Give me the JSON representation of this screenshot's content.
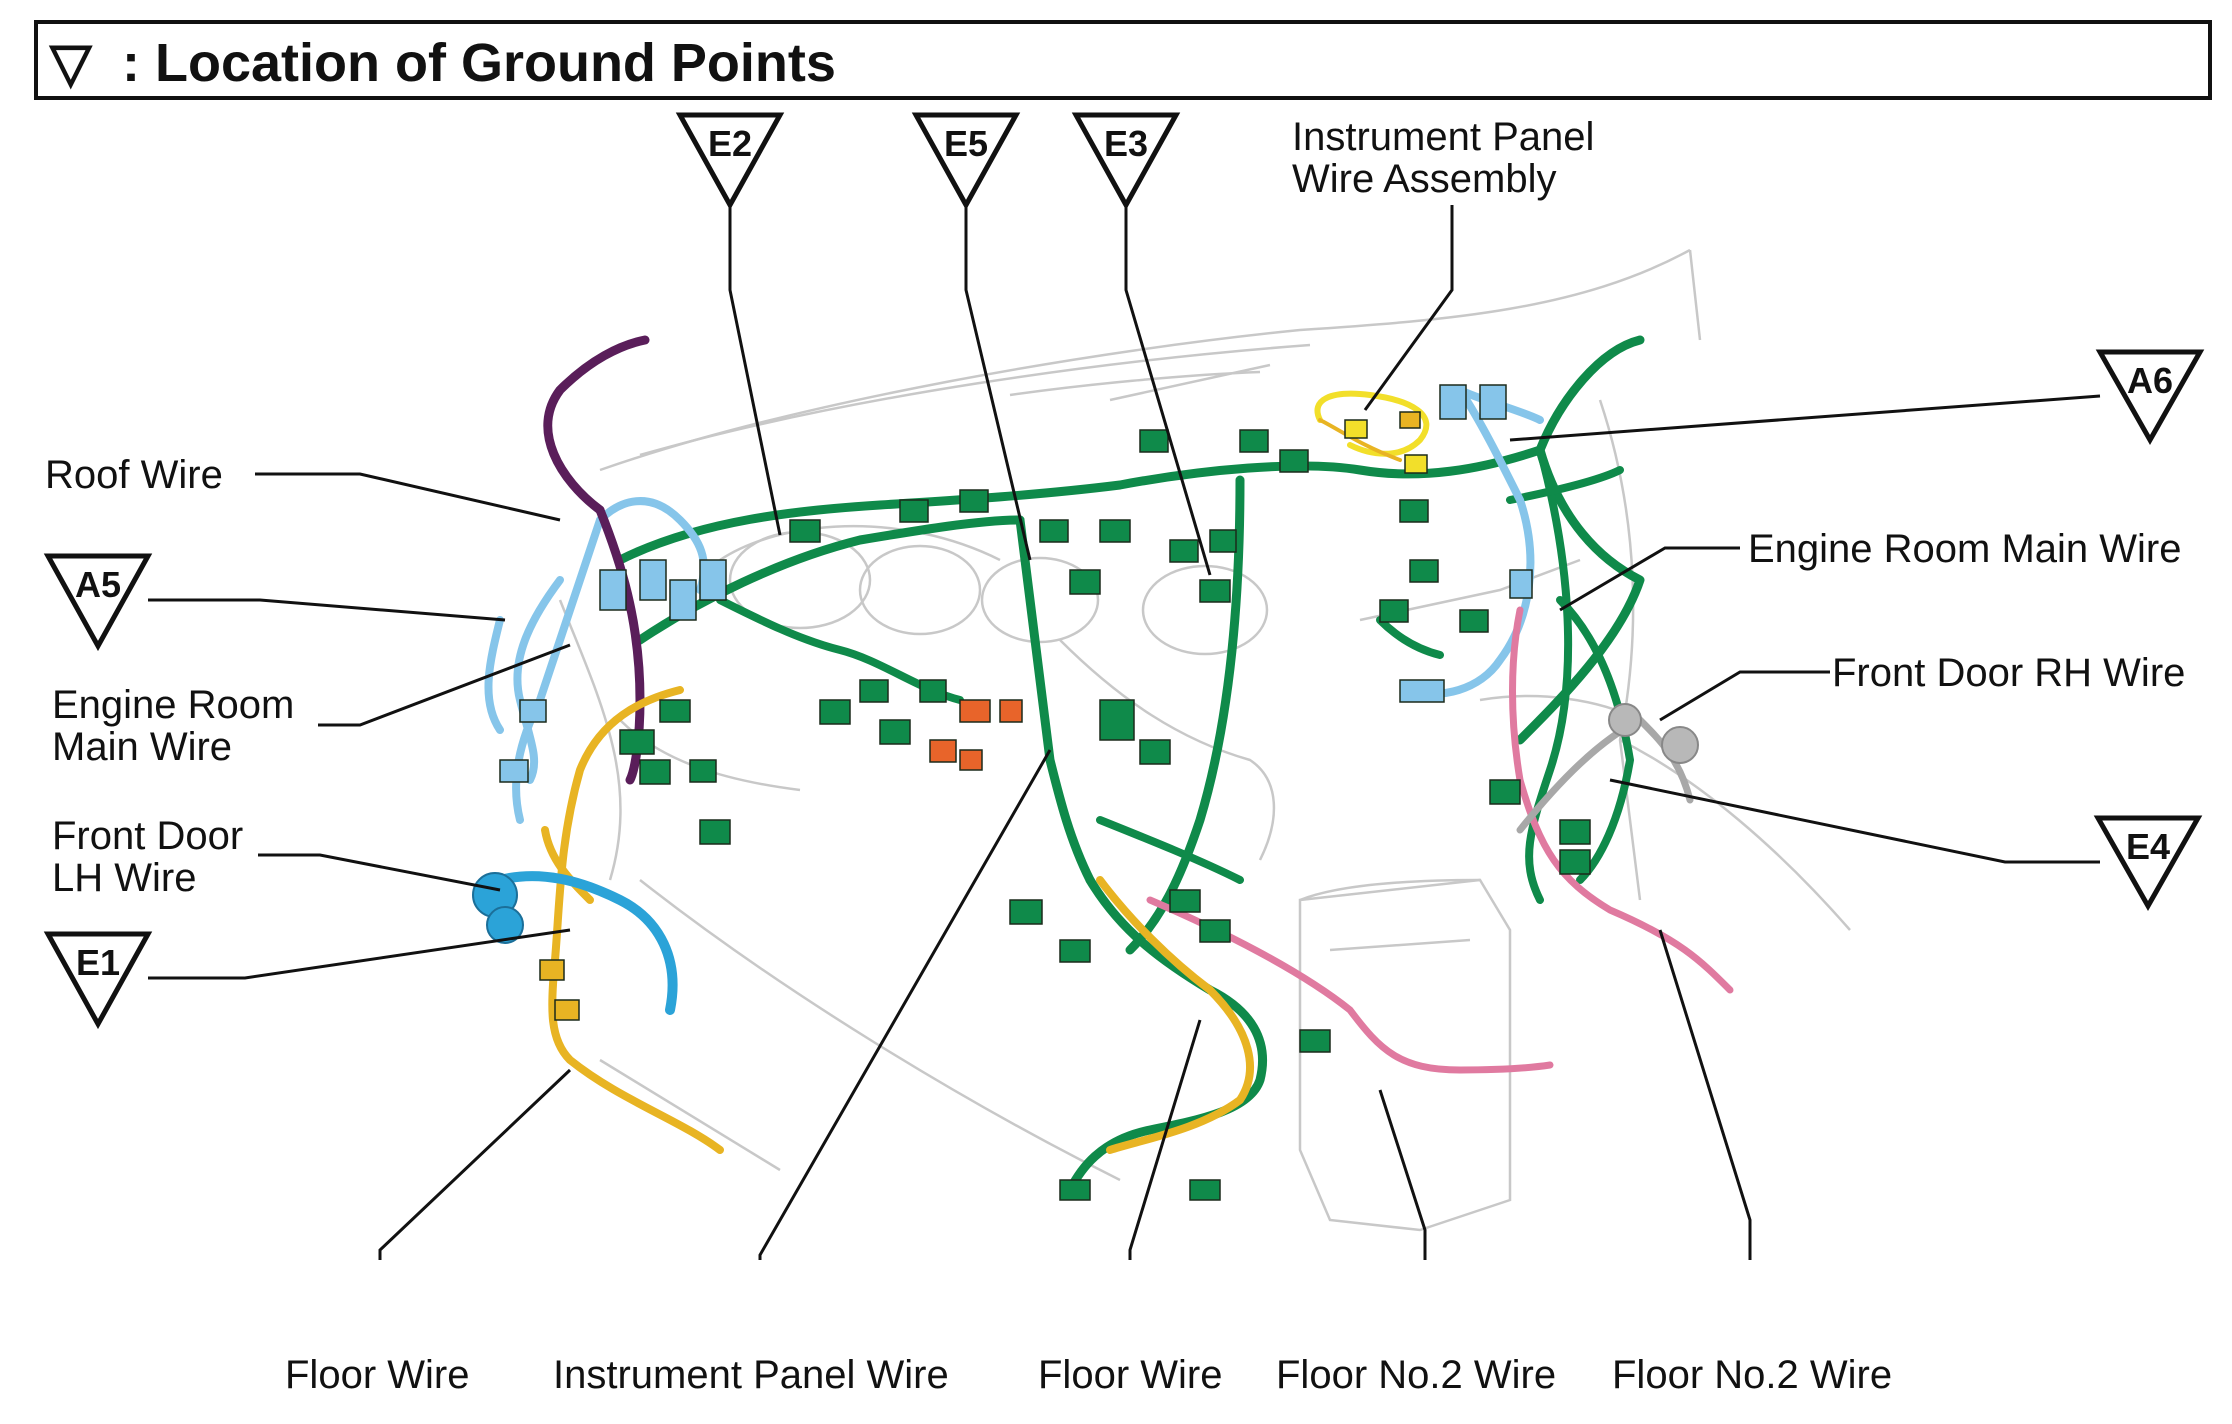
{
  "title": {
    "symbol": "▽",
    "text": ": Location of Ground Points"
  },
  "ground_points": [
    {
      "id": "E2",
      "label": "E2"
    },
    {
      "id": "E5",
      "label": "E5"
    },
    {
      "id": "E3",
      "label": "E3"
    },
    {
      "id": "A6",
      "label": "A6"
    },
    {
      "id": "A5",
      "label": "A5"
    },
    {
      "id": "E1",
      "label": "E1"
    },
    {
      "id": "E4",
      "label": "E4"
    }
  ],
  "labels": {
    "instrument_panel_wire_assembly": [
      "Instrument Panel",
      "Wire Assembly"
    ],
    "roof_wire": "Roof Wire",
    "engine_room_main_wire_left": [
      "Engine Room",
      "Main Wire"
    ],
    "front_door_lh_wire": [
      "Front Door",
      "LH Wire"
    ],
    "engine_room_main_wire_right": "Engine Room Main Wire",
    "front_door_rh_wire": "Front Door RH Wire",
    "floor_wire_left": "Floor Wire",
    "instrument_panel_wire": "Instrument Panel Wire",
    "floor_wire_center": "Floor Wire",
    "floor_no2_wire_center": "Floor No.2 Wire",
    "floor_no2_wire_right": "Floor No.2 Wire"
  },
  "colors": {
    "main_harness": "#0f8a4a",
    "engine_room": "#86c5ea",
    "floor_wire": "#e8b423",
    "floor_no2": "#e07aa0",
    "roof_wire": "#5a1e5a",
    "front_door": "#2ba3d8",
    "instrument_panel_assembly": "#f2df2a",
    "connector_orange": "#e8642a",
    "front_door_rh": "#a8a8a8"
  }
}
